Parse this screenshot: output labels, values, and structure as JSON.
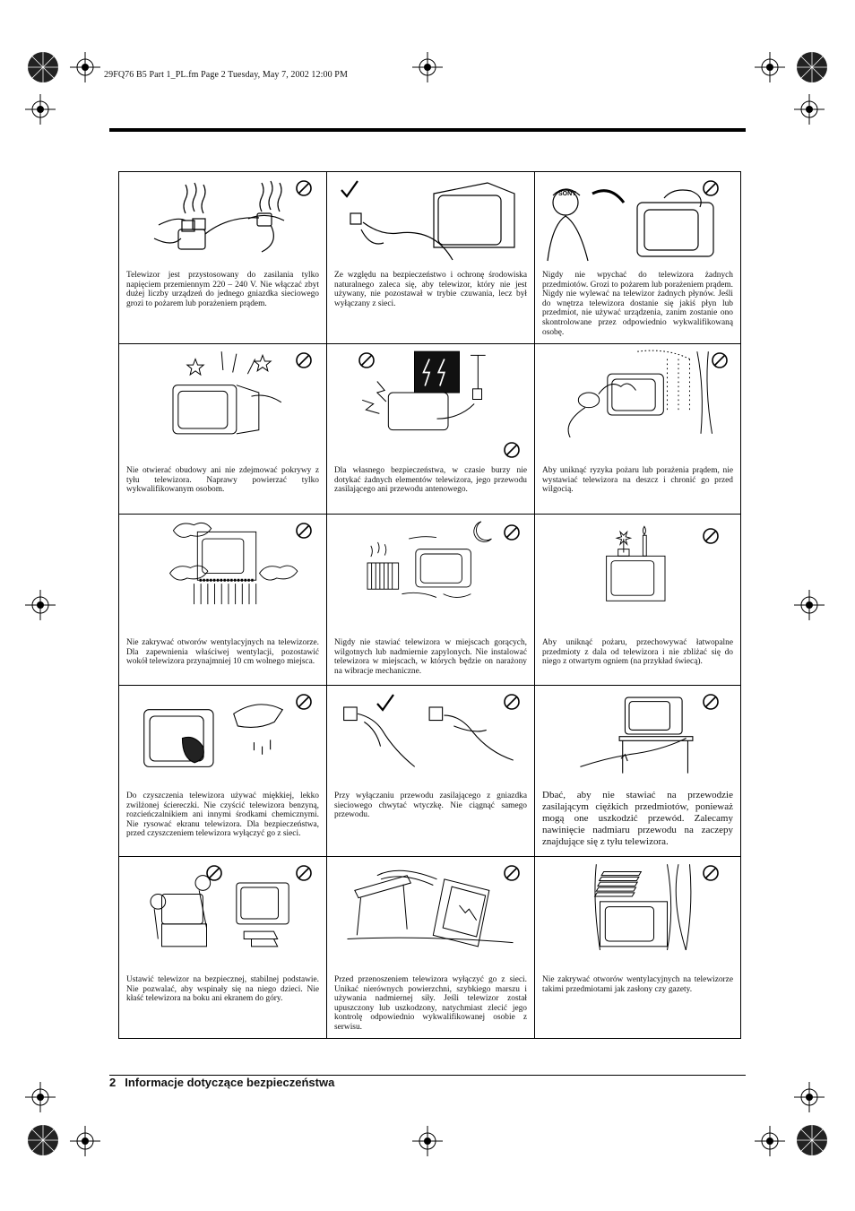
{
  "header": {
    "file_line": "29FQ76 B5 Part 1_PL.fm  Page 2  Tuesday, May 7, 2002  12:00 PM"
  },
  "footer": {
    "page_number": "2",
    "section_title": "Informacje dotyczące bezpieczeństwa"
  },
  "brand_text": "SONY",
  "cells": [
    {
      "text": "Telewizor jest przystosowany do zasilania tylko napięciem przemiennym 220 – 240 V. Nie włączać zbyt dużej liczby urządzeń do jednego gniazdka sieciowego grozi to pożarem lub porażeniem prądem.",
      "icon": "prohibited-icon"
    },
    {
      "text": "Ze względu na bezpieczeństwo i ochronę środowiska naturalnego zaleca się, aby telewizor, który nie jest używany, nie pozostawał w trybie czuwania, lecz był wyłączany z sieci.",
      "icon": "checkmark-icon"
    },
    {
      "text": "Nigdy nie wpychać do telewizora żadnych przedmiotów. Grozi to pożarem lub porażeniem prądem. Nigdy nie wylewać na telewizor żadnych płynów. Jeśli do wnętrza telewizora dostanie się jakiś płyn lub przedmiot, nie używać urządzenia, zanim zostanie ono skontrolowane przez odpowiednio wykwalifikowaną osobę.",
      "icon": "prohibited-icon"
    },
    {
      "text": "Nie otwierać obudowy ani nie zdejmować pokrywy z tyłu telewizora. Naprawy powierzać tylko wykwalifikowanym osobom.",
      "icon": "prohibited-icon"
    },
    {
      "text": "Dla własnego bezpieczeństwa, w czasie burzy nie dotykać żadnych elementów telewizora, jego przewodu zasilającego ani przewodu antenowego.",
      "icon": "prohibited-icon"
    },
    {
      "text": "Aby uniknąć ryzyka pożaru lub porażenia prądem, nie wystawiać telewizora na deszcz i chronić go przed wilgocią.",
      "icon": "prohibited-icon"
    },
    {
      "text": "Nie zakrywać otworów wentylacyjnych na telewizorze. Dla zapewnienia właściwej wentylacji, pozostawić wokół telewizora przynajmniej 10 cm wolnego miejsca.",
      "icon": "prohibited-icon"
    },
    {
      "text": "Nigdy nie stawiać telewizora w miejscach gorących, wilgotnych lub nadmiernie zapylonych. Nie instalować telewizora w miejscach, w których będzie on narażony na wibracje mechaniczne.",
      "icon": "prohibited-icon"
    },
    {
      "text": "Aby uniknąć pożaru, przechowywać łatwopalne przedmioty z dala od telewizora i nie zbliżać się do niego z otwartym ogniem (na przykład świecą).",
      "icon": "prohibited-icon"
    },
    {
      "text": "Do czyszczenia telewizora używać miękkiej, lekko zwilżonej ściereczki. Nie czyścić telewizora benzyną, rozcieńczalnikiem ani innymi środkami chemicznymi. Nie rysować ekranu telewizora. Dla bezpieczeństwa, przed czyszczeniem telewizora wyłączyć go z sieci.",
      "icon": "prohibited-icon"
    },
    {
      "text": "Przy wyłączaniu przewodu zasilającego z gniazdka sieciowego chwytać wtyczkę. Nie ciągnąć samego przewodu.",
      "icon": "checkmark-icon"
    },
    {
      "text": "Dbać, aby nie stawiać na przewodzie zasilającym ciężkich przedmiotów, ponieważ mogą one uszkodzić przewód. Zalecamy nawinięcie nadmiaru przewodu na zaczepy znajdujące się z tyłu telewizora.",
      "icon": "prohibited-icon"
    },
    {
      "text": "Ustawić telewizor na bezpiecznej, stabilnej podstawie. Nie pozwalać, aby wspinały się na niego dzieci. Nie kłaść telewizora na boku ani ekranem do góry.",
      "icon": "prohibited-icon"
    },
    {
      "text": "Przed przenoszeniem telewizora wyłączyć go z sieci. Unikać nierównych powierzchni, szybkiego marszu i używania nadmiernej siły. Jeśli telewizor został upuszczony lub uszkodzony, natychmiast zlecić jego kontrolę odpowiednio wykwalifikowanej osobie z serwisu.",
      "icon": "prohibited-icon"
    },
    {
      "text": "Nie zakrywać otworów wentylacyjnych na telewizorze takimi przedmiotami jak zasłony czy gazety.",
      "icon": "prohibited-icon"
    }
  ]
}
